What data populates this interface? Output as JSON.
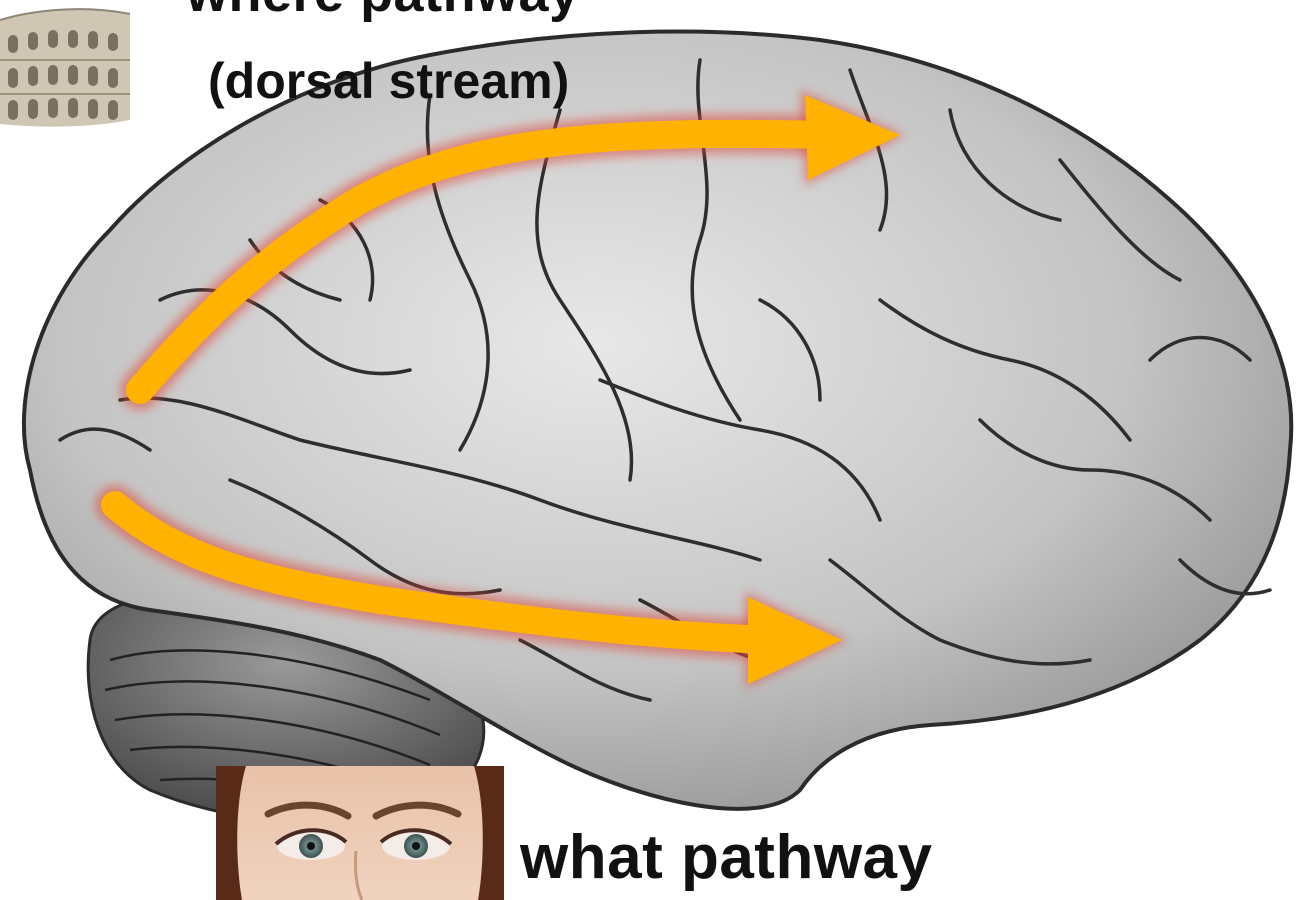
{
  "labels": {
    "where_title": "where pathway",
    "where_subtitle": "(dorsal stream)",
    "what_title": "what pathway"
  },
  "images": {
    "top_left": "colosseum-photo",
    "bottom": "face-eyes-photo",
    "main": "brain-lateral-view"
  },
  "colors": {
    "arrow": "#ffb300",
    "arrow_glow": "#e04a3a",
    "brain_light": "#d9d9d9",
    "brain_dark": "#8a8a8a",
    "sulci": "#2b2b2b"
  }
}
